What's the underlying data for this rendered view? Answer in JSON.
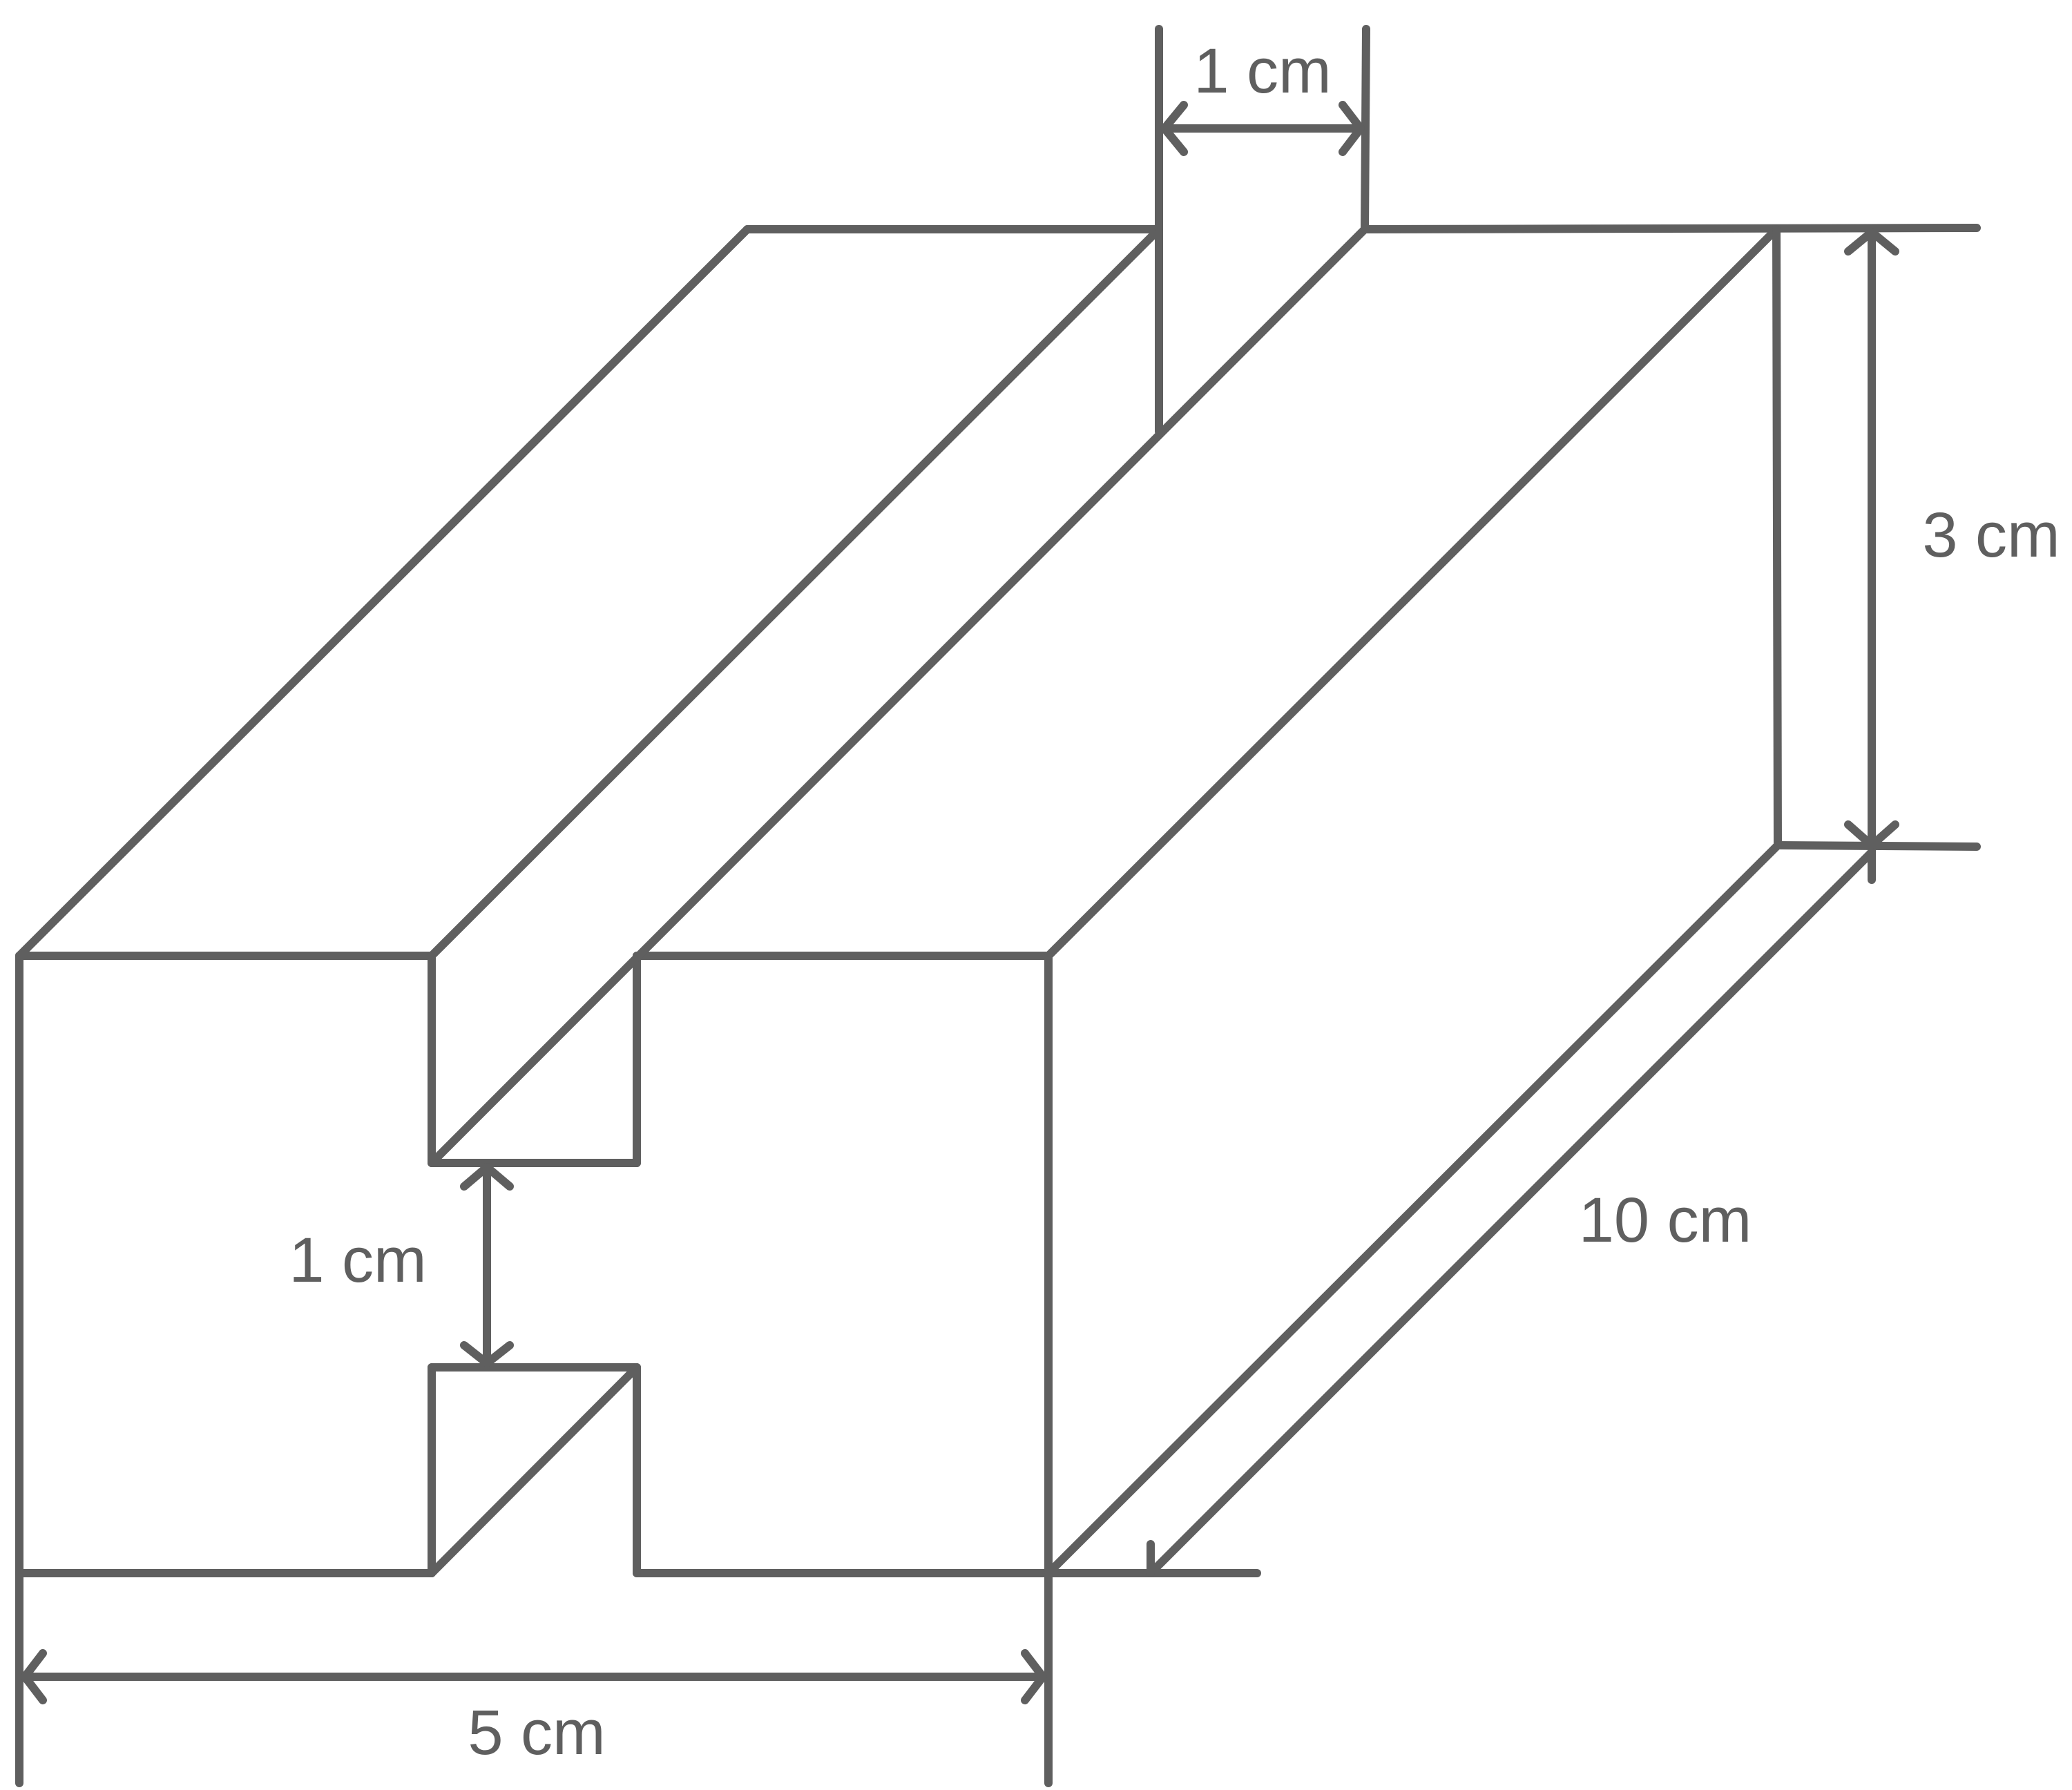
{
  "diagram": {
    "labels": {
      "top_width": "1 cm",
      "height": "3 cm",
      "length": "10 cm",
      "slot_gap": "1 cm",
      "front_width": "5 cm"
    },
    "line_color": "#5f5f5f"
  }
}
